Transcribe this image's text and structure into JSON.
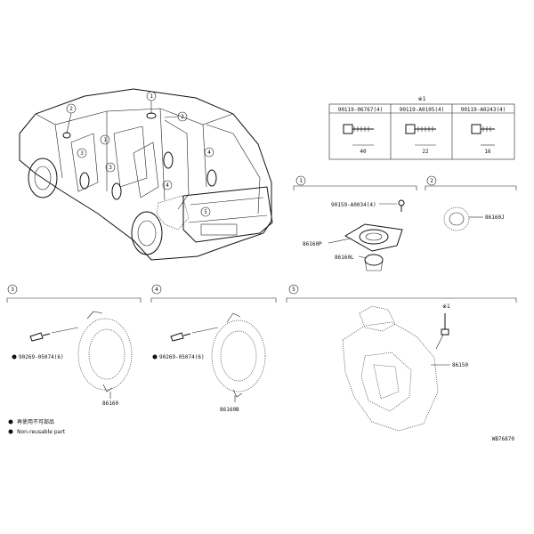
{
  "callouts": [
    "1",
    "2",
    "3",
    "4",
    "5"
  ],
  "bolt_table": {
    "header_mark": "※1",
    "columns": [
      {
        "part_no": "90119-06767(4)",
        "length": "40"
      },
      {
        "part_no": "90119-A0105(4)",
        "length": "22"
      },
      {
        "part_no": "90119-A0243(4)",
        "length": "16"
      }
    ]
  },
  "section_1": {
    "number": "1",
    "screw": "90159-A0034(4)",
    "part_a": "86160P",
    "part_b": "86160L"
  },
  "section_2": {
    "number": "2",
    "part": "86160J"
  },
  "section_3": {
    "number": "3",
    "screw": "90269-05074(6)",
    "part": "86160"
  },
  "section_4": {
    "number": "4",
    "screw": "90269-05074(6)",
    "part": "86160B"
  },
  "section_5": {
    "number": "5",
    "bolt_mark": "※1",
    "part": "86150"
  },
  "legend": {
    "line1": "再使用不可部品",
    "line2": "Non-reusable part"
  },
  "figure_code": "WB76870"
}
